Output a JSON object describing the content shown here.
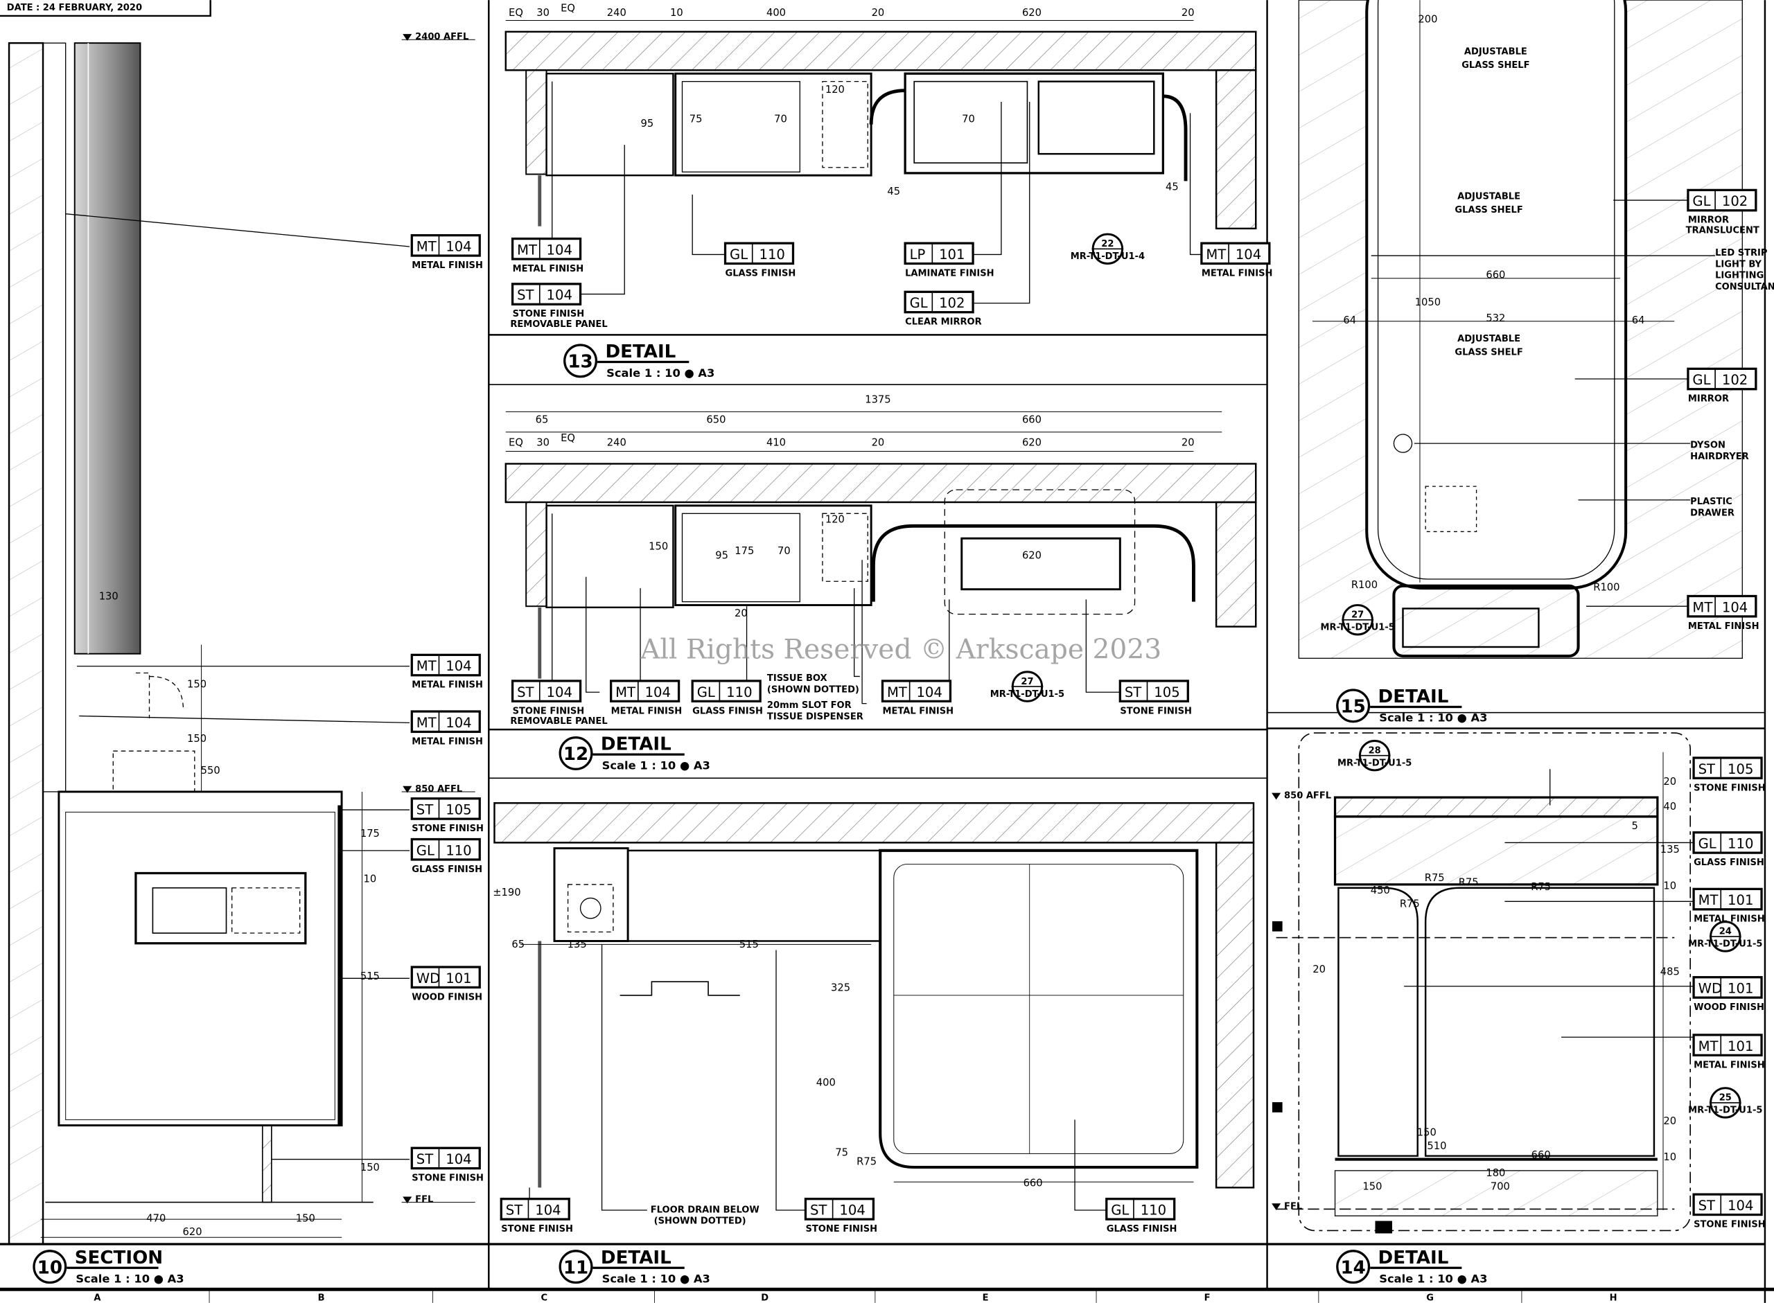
{
  "header": {
    "date": "DATE : 24 FEBRUARY, 2020"
  },
  "watermark": "All Rights Reserved © Arkscape 2023",
  "levels": [
    "2400 AFFL",
    "850 AFFL",
    "FFL",
    "850 AFFL",
    "FFL"
  ],
  "views": [
    {
      "num": "10",
      "title": "SECTION",
      "scale": "Scale 1 : 10 ● A3"
    },
    {
      "num": "13",
      "title": "DETAIL",
      "scale": "Scale 1 : 10 ● A3"
    },
    {
      "num": "12",
      "title": "DETAIL",
      "scale": "Scale 1 : 10 ● A3"
    },
    {
      "num": "15",
      "title": "DETAIL",
      "scale": "Scale 1 : 10 ● A3"
    },
    {
      "num": "11",
      "title": "DETAIL",
      "scale": "Scale 1 : 10 ● A3"
    },
    {
      "num": "14",
      "title": "DETAIL",
      "scale": "Scale 1 : 10 ● A3"
    }
  ],
  "tags": [
    {
      "code": "MT",
      "num": "104",
      "label": "METAL FINISH",
      "label2": ""
    },
    {
      "code": "MT",
      "num": "104",
      "label": "METAL FINISH",
      "label2": ""
    },
    {
      "code": "MT",
      "num": "104",
      "label": "METAL FINISH",
      "label2": ""
    },
    {
      "code": "ST",
      "num": "105",
      "label": "STONE FINISH",
      "label2": ""
    },
    {
      "code": "GL",
      "num": "110",
      "label": "GLASS FINISH",
      "label2": ""
    },
    {
      "code": "WD",
      "num": "101",
      "label": "WOOD FINISH",
      "label2": ""
    },
    {
      "code": "ST",
      "num": "104",
      "label": "STONE FINISH",
      "label2": ""
    },
    {
      "code": "MT",
      "num": "104",
      "label": "METAL FINISH",
      "label2": ""
    },
    {
      "code": "ST",
      "num": "104",
      "label": "STONE FINISH",
      "label2": "REMOVABLE PANEL"
    },
    {
      "code": "GL",
      "num": "110",
      "label": "GLASS FINISH",
      "label2": ""
    },
    {
      "code": "LP",
      "num": "101",
      "label": "LAMINATE FINISH",
      "label2": ""
    },
    {
      "code": "GL",
      "num": "102",
      "label": "CLEAR MIRROR",
      "label2": ""
    },
    {
      "code": "MT",
      "num": "104",
      "label": "METAL FINISH",
      "label2": ""
    },
    {
      "code": "ST",
      "num": "104",
      "label": "STONE FINISH",
      "label2": "REMOVABLE PANEL"
    },
    {
      "code": "MT",
      "num": "104",
      "label": "METAL FINISH",
      "label2": ""
    },
    {
      "code": "GL",
      "num": "110",
      "label": "GLASS FINISH",
      "label2": ""
    },
    {
      "code": "MT",
      "num": "104",
      "label": "METAL FINISH",
      "label2": ""
    },
    {
      "code": "ST",
      "num": "105",
      "label": "STONE FINISH",
      "label2": ""
    },
    {
      "code": "GL",
      "num": "102",
      "label": "MIRROR",
      "label2": "TRANSLUCENT"
    },
    {
      "code": "GL",
      "num": "102",
      "label": "MIRROR",
      "label2": ""
    },
    {
      "code": "MT",
      "num": "104",
      "label": "METAL FINISH",
      "label2": ""
    },
    {
      "code": "ST",
      "num": "105",
      "label": "STONE FINISH",
      "label2": ""
    },
    {
      "code": "GL",
      "num": "110",
      "label": "GLASS FINISH",
      "label2": ""
    },
    {
      "code": "MT",
      "num": "101",
      "label": "METAL FINISH",
      "label2": ""
    },
    {
      "code": "WD",
      "num": "101",
      "label": "WOOD FINISH",
      "label2": ""
    },
    {
      "code": "MT",
      "num": "101",
      "label": "METAL FINISH",
      "label2": ""
    },
    {
      "code": "ST",
      "num": "104",
      "label": "STONE FINISH",
      "label2": ""
    },
    {
      "code": "ST",
      "num": "104",
      "label": "STONE FINISH",
      "label2": ""
    },
    {
      "code": "ST",
      "num": "104",
      "label": "STONE FINISH",
      "label2": ""
    },
    {
      "code": "GL",
      "num": "110",
      "label": "GLASS FINISH",
      "label2": ""
    }
  ],
  "callouts": [
    {
      "num": "22",
      "ref": "MR-T1-DT-U1-4"
    },
    {
      "num": "27",
      "ref": "MR-T1-DT-U1-5"
    },
    {
      "num": "27",
      "ref": "MR-T1-DT-U1-5"
    },
    {
      "num": "28",
      "ref": "MR-T1-DT-U1-5"
    },
    {
      "num": "24",
      "ref": "MR-T1-DT-U1-5"
    },
    {
      "num": "25",
      "ref": "MR-T1-DT-U1-5"
    }
  ],
  "notes": [
    "TISSUE BOX",
    "(SHOWN DOTTED)",
    "20mm SLOT FOR",
    "TISSUE DISPENSER",
    "FLOOR DRAIN BELOW",
    "(SHOWN DOTTED)",
    "LED STRIP",
    "LIGHT BY",
    "LIGHTING",
    "CONSULTANT",
    "DYSON",
    "HAIRDRYER",
    "PLASTIC",
    "DRAWER",
    "ADJUSTABLE",
    "GLASS SHELF",
    "ADJUSTABLE",
    "GLASS SHELF",
    "ADJUSTABLE",
    "GLASS SHELF"
  ],
  "dims": [
    "EQ",
    "30",
    "EQ",
    "240",
    "10",
    "400",
    "20",
    "620",
    "20",
    "45",
    "45",
    "120",
    "95",
    "75",
    "70",
    "70",
    "1375",
    "65",
    "650",
    "660",
    "EQ",
    "30",
    "EQ",
    "240",
    "410",
    "20",
    "620",
    "20",
    "120",
    "150",
    "95",
    "175",
    "70",
    "20",
    "620",
    "130",
    "150",
    "150",
    "550",
    "175",
    "10",
    "515",
    "150",
    "470",
    "620",
    "150",
    "±190",
    "65",
    "135",
    "515",
    "325",
    "400",
    "75",
    "R75",
    "660",
    "200",
    "1050",
    "660",
    "532",
    "64",
    "64",
    "R100",
    "R100",
    "20",
    "40",
    "135",
    "10",
    "485",
    "20",
    "10",
    "150",
    "700",
    "180",
    "20",
    "450",
    "R75",
    "R75",
    "R75",
    "R75",
    "150",
    "510",
    "660",
    "5"
  ],
  "grid": [
    "A",
    "B",
    "C",
    "D",
    "E",
    "F",
    "G",
    "H"
  ]
}
